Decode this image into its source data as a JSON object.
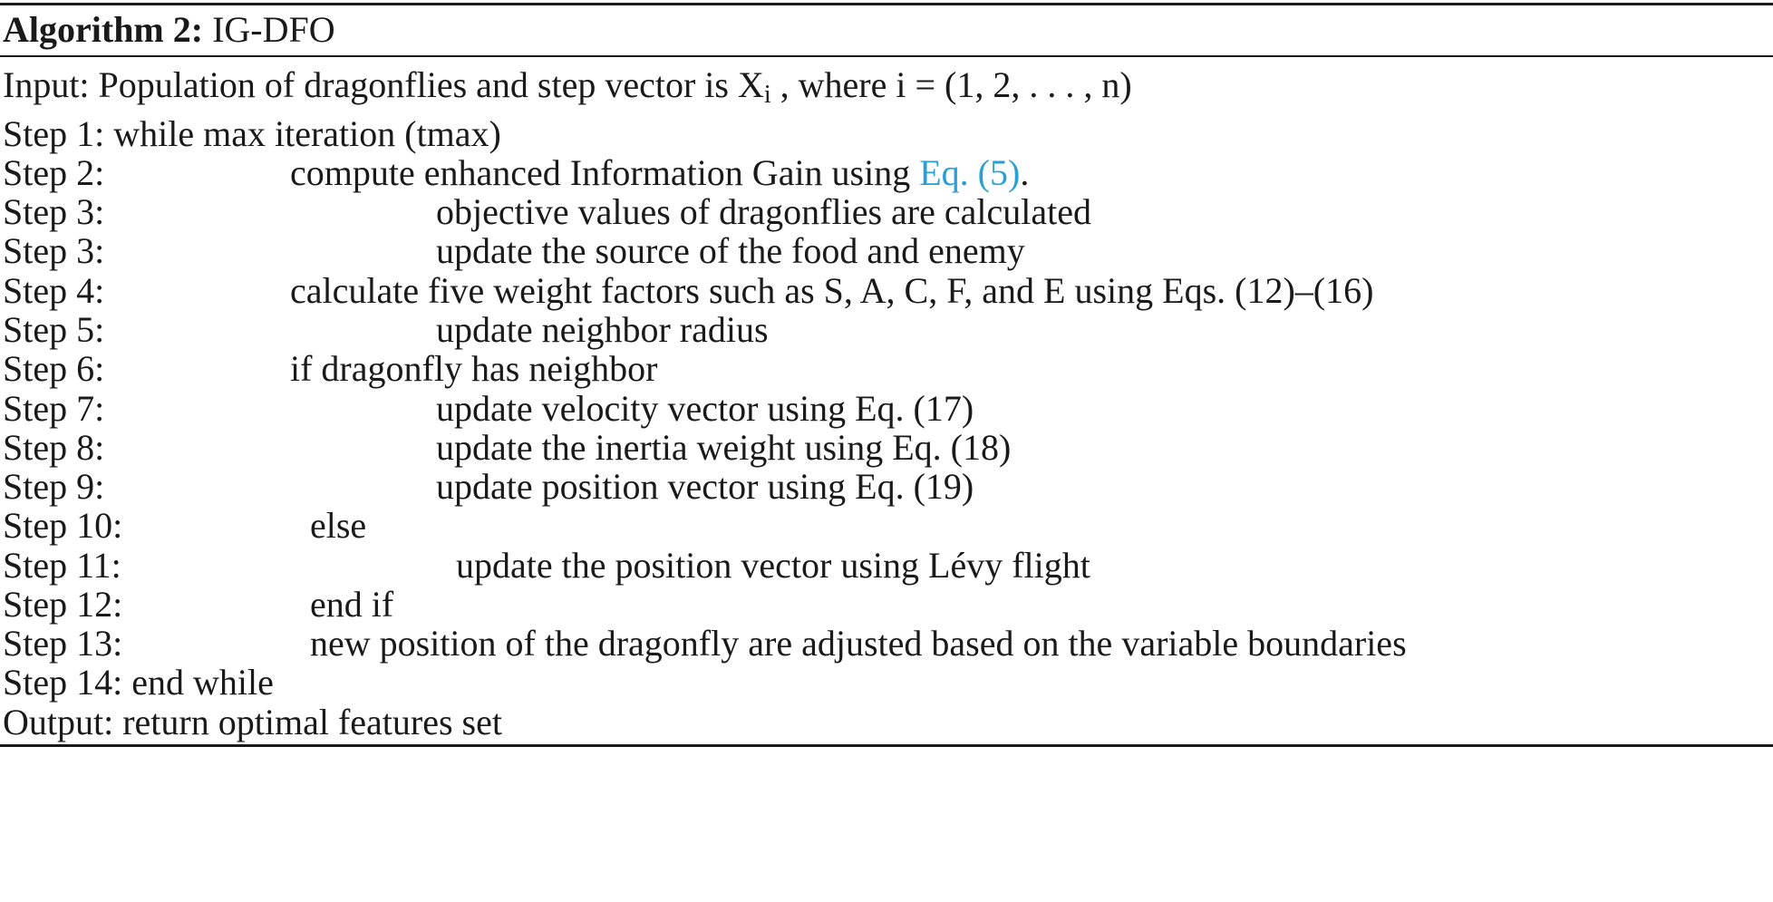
{
  "algorithm": {
    "label": "Algorithm 2:",
    "name": "IG-DFO",
    "link_color": "#2a9fd6",
    "input": {
      "prefix": "Input: Population of dragonflies and step vector is X",
      "sub": "i",
      "suffix": " ,  where i = (1, 2, . . . , n)"
    },
    "step1": "Step 1: while max iteration (tmax)",
    "steps": [
      {
        "label": "Step 2:",
        "before": "compute enhanced Information Gain using ",
        "link": "Eq. (5)",
        "after": "."
      },
      {
        "label": "Step 3:",
        "text": "objective values of dragonflies are calculated"
      },
      {
        "label": "Step 3:",
        "text": "update the source of the food and enemy"
      },
      {
        "label": "Step 4:",
        "text": "calculate five weight factors such as S, A, C, F, and E using Eqs. (12)–(16)"
      },
      {
        "label": "Step 5:",
        "text": "update neighbor radius"
      },
      {
        "label": "Step 6:",
        "text": "if dragonfly has neighbor"
      },
      {
        "label": "Step 7:",
        "text": "update velocity vector using Eq. (17)"
      },
      {
        "label": "Step 8:",
        "text": "update the inertia weight using Eq. (18)"
      },
      {
        "label": "Step 9:",
        "text": "update position vector using Eq. (19)"
      },
      {
        "label": "Step 10:",
        "text": "else"
      },
      {
        "label": "Step 11:",
        "text": "update the position vector using Lévy flight"
      },
      {
        "label": "Step 12:",
        "text": "end if"
      },
      {
        "label": "Step 13:",
        "text": "new position of the dragonfly are adjusted based on the variable boundaries"
      }
    ],
    "step14": "Step 14: end while",
    "output": "Output: return optimal features set"
  }
}
